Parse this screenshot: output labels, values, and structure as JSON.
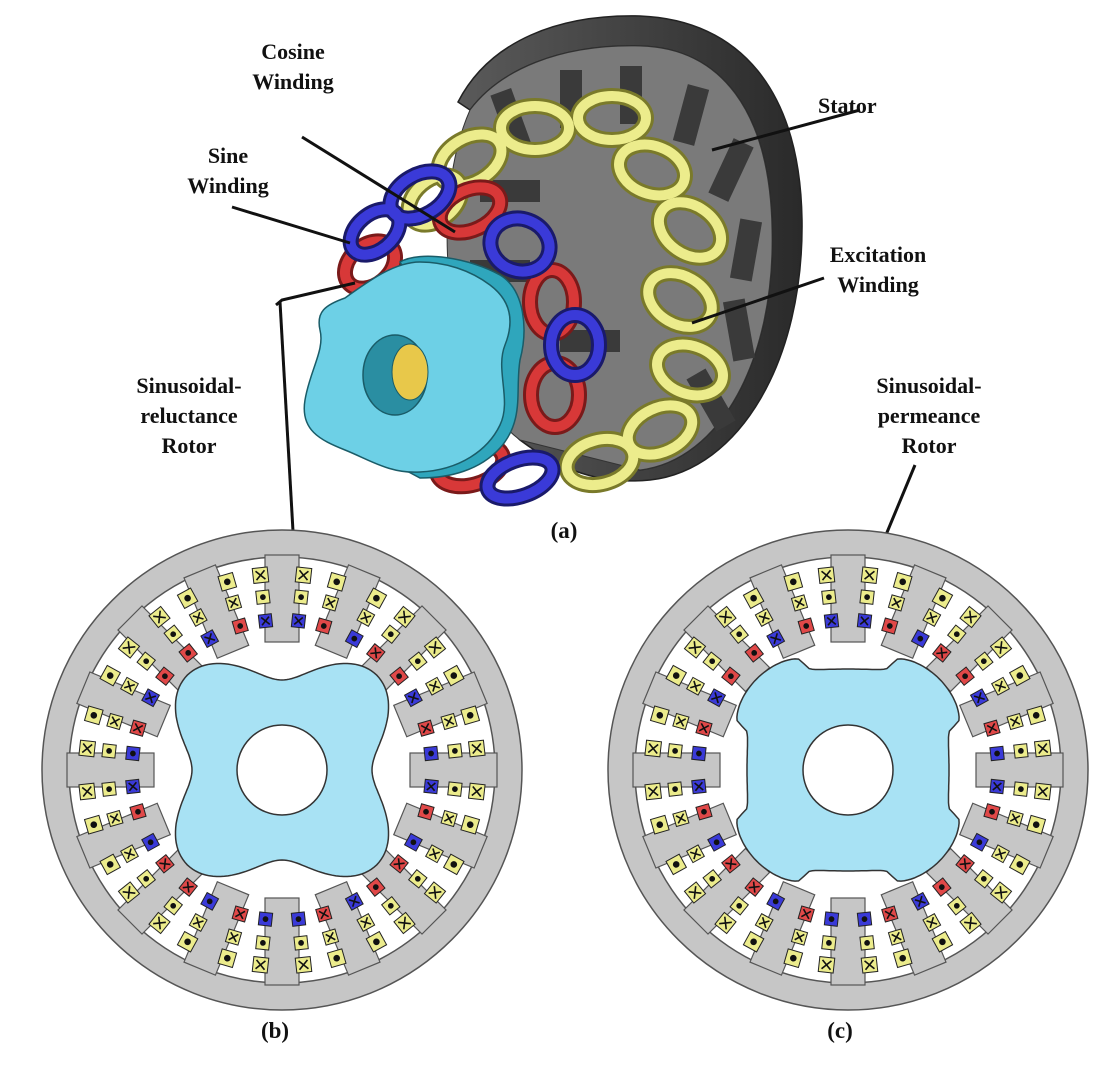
{
  "labels": {
    "cosine_1": "Cosine",
    "cosine_2": "Winding",
    "sine_1": "Sine",
    "sine_2": "Winding",
    "stator": "Stator",
    "excitation_1": "Excitation",
    "excitation_2": "Winding",
    "rel_rotor_1": "Sinusoidal-",
    "rel_rotor_2": "reluctance",
    "rel_rotor_3": "Rotor",
    "perm_rotor_1": "Sinusoidal-",
    "perm_rotor_2": "permeance",
    "perm_rotor_3": "Rotor"
  },
  "captions": {
    "a": "(a)",
    "b": "(b)",
    "c": "(c)"
  },
  "colors": {
    "stator": "#c6c6c6",
    "stator_dark": "#4a4a4a",
    "rotor": "#a8e2f4",
    "rotor_3d": "#6dd0e6",
    "excitation": "#ecec8c",
    "excitation_dark": "#8c8c30",
    "sine": "#3a3ad8",
    "cosine": "#e04848"
  },
  "machine": {
    "stator_teeth": 16,
    "rotor_lobes": 4
  }
}
